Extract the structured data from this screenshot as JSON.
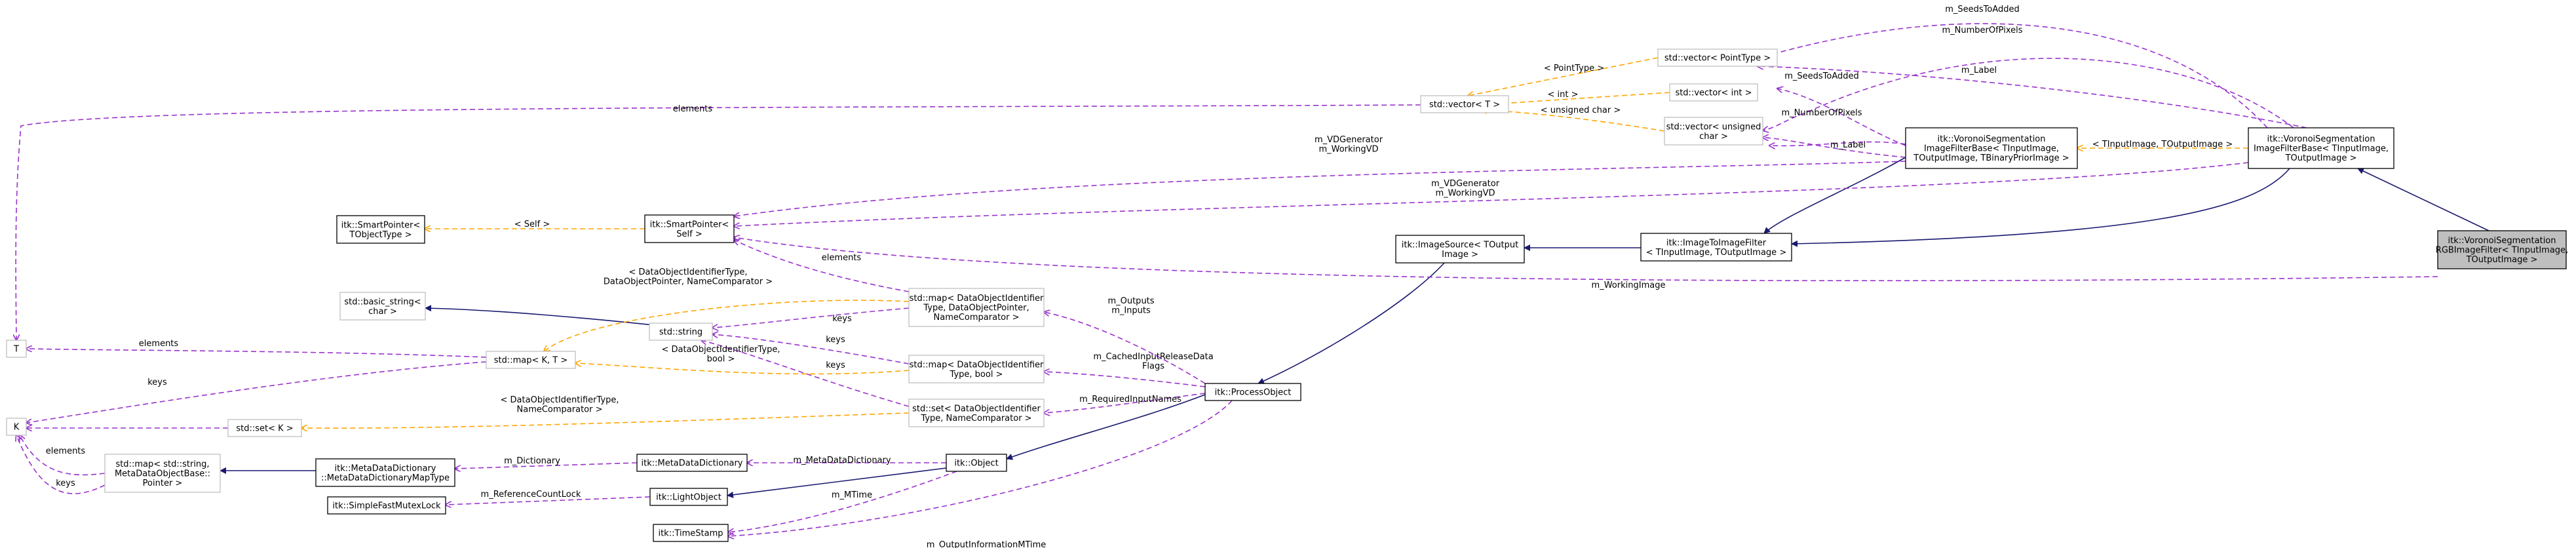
{
  "colors": {
    "inheritance": "#191970",
    "usage": "#9a32cd",
    "template": "#ffa500",
    "node_border_solid": "#000000",
    "node_border_light": "#bfbfbf",
    "selected_fill": "#bfbfbf",
    "background": "#ffffff"
  },
  "nodes": {
    "rgb_filter": {
      "lines": [
        "itk::VoronoiSegmentation",
        "RGBImageFilter< TInputImage,",
        "TOutputImage >"
      ]
    },
    "voronoi_base": {
      "lines": [
        "itk::VoronoiSegmentation",
        "ImageFilterBase< TInputImage,",
        "TOutputImage >"
      ]
    },
    "voronoi_prior": {
      "lines": [
        "itk::VoronoiSegmentation",
        "ImageFilterBase< TInputImage,",
        "TOutputImage, TBinaryPriorImage >"
      ]
    },
    "image_to_image": {
      "lines": [
        "itk::ImageToImageFilter",
        "< TInputImage, TOutputImage >"
      ]
    },
    "image_source": {
      "lines": [
        "itk::ImageSource< TOutput",
        "Image >"
      ]
    },
    "process_object": {
      "lines": [
        "itk::ProcessObject"
      ]
    },
    "object": {
      "lines": [
        "itk::Object"
      ]
    },
    "light_object": {
      "lines": [
        "itk::LightObject"
      ]
    },
    "smart_pointer_self": {
      "lines": [
        "itk::SmartPointer<",
        "Self >"
      ]
    },
    "smart_pointer_obj": {
      "lines": [
        "itk::SmartPointer<",
        "TObjectType >"
      ]
    },
    "vector_t": {
      "lines": [
        "std::vector< T >"
      ]
    },
    "vector_point": {
      "lines": [
        "std::vector< PointType >"
      ]
    },
    "vector_int": {
      "lines": [
        "std::vector< int >"
      ]
    },
    "vector_uchar": {
      "lines": [
        "std::vector< unsigned",
        "char >"
      ]
    },
    "t_node": {
      "lines": [
        "T"
      ]
    },
    "k_node": {
      "lines": [
        "K"
      ]
    },
    "basic_string": {
      "lines": [
        "std::basic_string<",
        "char >"
      ]
    },
    "std_string": {
      "lines": [
        "std::string"
      ]
    },
    "map_kt": {
      "lines": [
        "std::map< K, T >"
      ]
    },
    "set_k": {
      "lines": [
        "std::set< K >"
      ]
    },
    "map_pointer": {
      "lines": [
        "std::map< DataObjectIdentifier",
        "Type, DataObjectPointer,",
        "NameComparator >"
      ]
    },
    "map_bool": {
      "lines": [
        "std::map< DataObjectIdentifier",
        "Type, bool >"
      ]
    },
    "set_ident": {
      "lines": [
        "std::set< DataObjectIdentifier",
        "Type, NameComparator >"
      ]
    },
    "meta_dict": {
      "lines": [
        "itk::MetaDataDictionary"
      ]
    },
    "meta_dict_map": {
      "lines": [
        "itk::MetaDataDictionary",
        "::MetaDataDictionaryMapType"
      ]
    },
    "map_string_meta": {
      "lines": [
        "std::map< std::string,",
        "MetaDataObjectBase::",
        "Pointer >"
      ]
    },
    "mutex_lock": {
      "lines": [
        "itk::SimpleFastMutexLock"
      ]
    },
    "time_stamp": {
      "lines": [
        "itk::TimeStamp"
      ]
    }
  },
  "edge_labels": {
    "m_seeds_to_added_top": "m_SeedsToAdded",
    "m_number_of_pixels_top": "m_NumberOfPixels",
    "m_label_top": "m_Label",
    "m_seeds_to_added_mid": "m_SeedsToAdded",
    "m_number_of_pixels_mid": "m_NumberOfPixels",
    "m_label_mid": "m_Label",
    "point_type": "< PointType >",
    "int_t": "< int >",
    "unsigned_char_t": "< unsigned char >",
    "elements_vector": "elements",
    "tinput_toutput": "< TInputImage, TOutputImage >",
    "vd_generator_1": [
      "m_VDGenerator",
      "m_WorkingVD"
    ],
    "vd_generator_2": [
      "m_VDGenerator",
      "m_WorkingVD"
    ],
    "self": "< Self >",
    "elements_smart": "elements",
    "working_image": "m_WorkingImage",
    "map_tpl_1": [
      "< DataObjectIdentifierType,",
      "DataObjectPointer, NameComparator >"
    ],
    "keys_1": "keys",
    "outputs_inputs": [
      "m_Outputs",
      "m_Inputs"
    ],
    "elements_t": "elements",
    "keys_2": "keys",
    "keys_3": "keys",
    "map_tpl_2": [
      "< DataObjectIdentifierType,",
      "bool >"
    ],
    "cached_flags": [
      "m_CachedInputReleaseData",
      "Flags"
    ],
    "keys_k": "keys",
    "required_inputs": "m_RequiredInputNames",
    "set_tpl": [
      "< DataObjectIdentifierType,",
      "NameComparator >"
    ],
    "elements_k": "elements",
    "m_dictionary": "m_Dictionary",
    "m_meta_data_dictionary": "m_MetaDataDictionary",
    "keys_meta": "keys",
    "reference_count_lock": "m_ReferenceCountLock",
    "m_mtime": "m_MTime",
    "output_info_mtime": "m_OutputInformationMTime"
  }
}
